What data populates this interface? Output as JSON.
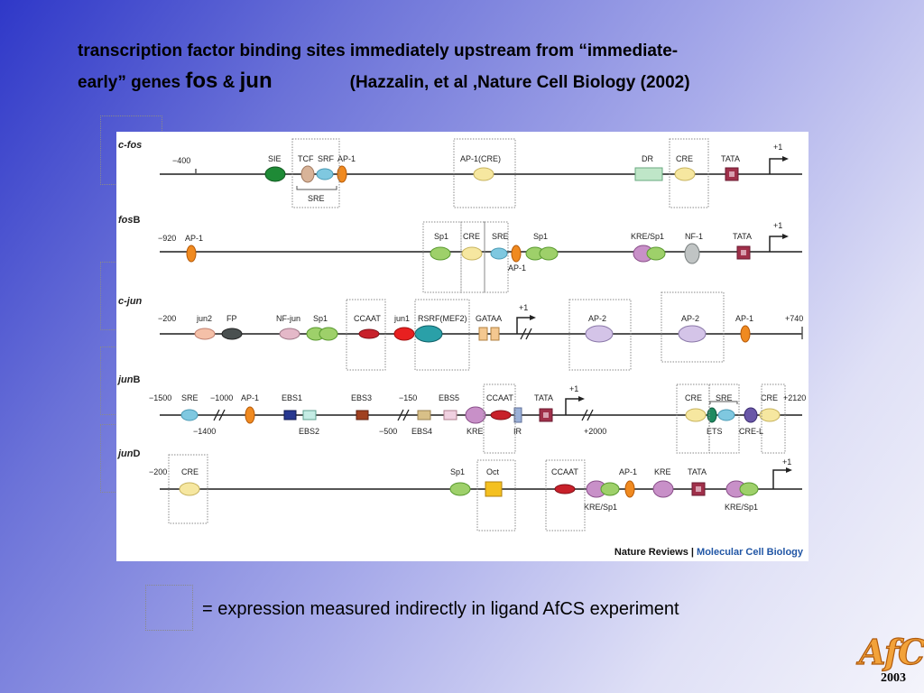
{
  "title": {
    "line1": "transcription factor binding sites immediately upstream from “immediate-",
    "line2_prefix": "early” genes ",
    "gene1": "fos",
    "amp": " & ",
    "gene2": "jun",
    "citation": "(Hazzalin, et al ,Nature Cell Biology (2002)"
  },
  "legend": {
    "text": "= expression measured indirectly in ligand AfCS experiment"
  },
  "credit": {
    "left": "Nature Reviews",
    "sep": " | ",
    "right": "Molecular Cell Biology"
  },
  "logo": {
    "text": "AfCS"
  },
  "year": "2003",
  "colors": {
    "background_start": "#2f38c8",
    "background_end": "#f4f4fb",
    "line": "#555555"
  },
  "genes": [
    {
      "name_main": "c-fos",
      "name_suffix": "",
      "texts": [
        {
          "t": "−400"
        },
        {
          "t": "SIE"
        },
        {
          "t": "TCF"
        },
        {
          "t": "SRF"
        },
        {
          "t": "AP-1"
        },
        {
          "t": "SRE"
        },
        {
          "t": "AP-1(CRE)"
        },
        {
          "t": "DR"
        },
        {
          "t": "CRE"
        },
        {
          "t": "TATA"
        },
        {
          "t": "+1"
        }
      ]
    },
    {
      "name_main": "fos",
      "name_suffix": "B",
      "texts": [
        {
          "t": "−920"
        },
        {
          "t": "AP-1"
        },
        {
          "t": "Sp1"
        },
        {
          "t": "CRE"
        },
        {
          "t": "SRE"
        },
        {
          "t": "Sp1"
        },
        {
          "t": "AP-1"
        },
        {
          "t": "KRE/Sp1"
        },
        {
          "t": "NF-1"
        },
        {
          "t": "TATA"
        },
        {
          "t": "+1"
        }
      ]
    },
    {
      "name_main": "c-jun",
      "name_suffix": "",
      "texts": [
        {
          "t": "−200"
        },
        {
          "t": "jun2"
        },
        {
          "t": "FP"
        },
        {
          "t": "NF-jun"
        },
        {
          "t": "Sp1"
        },
        {
          "t": "CCAAT"
        },
        {
          "t": "jun1"
        },
        {
          "t": "RSRF(MEF2)"
        },
        {
          "t": "GATAA"
        },
        {
          "t": "+1"
        },
        {
          "t": "AP-2"
        },
        {
          "t": "AP-2"
        },
        {
          "t": "AP-1"
        },
        {
          "t": "+740"
        }
      ]
    },
    {
      "name_main": "jun",
      "name_suffix": "B",
      "texts": [
        {
          "t": "−1500"
        },
        {
          "t": "SRE"
        },
        {
          "t": "−1000"
        },
        {
          "t": "AP-1"
        },
        {
          "t": "EBS1"
        },
        {
          "t": "EBS3"
        },
        {
          "t": "−150"
        },
        {
          "t": "EBS5"
        },
        {
          "t": "CCAAT"
        },
        {
          "t": "TATA"
        },
        {
          "t": "+1"
        },
        {
          "t": "CRE"
        },
        {
          "t": "SRE"
        },
        {
          "t": "CRE"
        },
        {
          "t": "+2120"
        },
        {
          "t": "−1400"
        },
        {
          "t": "EBS2"
        },
        {
          "t": "−500"
        },
        {
          "t": "EBS4"
        },
        {
          "t": "KRE"
        },
        {
          "t": "IR"
        },
        {
          "t": "+2000"
        },
        {
          "t": "ETS"
        },
        {
          "t": "CRE-L"
        }
      ]
    },
    {
      "name_main": "jun",
      "name_suffix": "D",
      "texts": [
        {
          "t": "−200"
        },
        {
          "t": "CRE"
        },
        {
          "t": "Sp1"
        },
        {
          "t": "Oct"
        },
        {
          "t": "CCAAT"
        },
        {
          "t": "AP-1"
        },
        {
          "t": "KRE"
        },
        {
          "t": "TATA"
        },
        {
          "t": "+1"
        },
        {
          "t": "KRE/Sp1"
        },
        {
          "t": "KRE/Sp1"
        }
      ]
    }
  ]
}
